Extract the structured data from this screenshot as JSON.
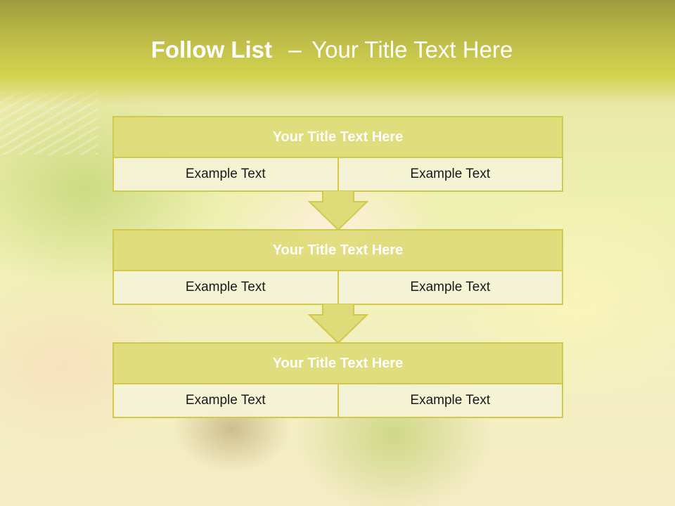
{
  "slide": {
    "title_bold": "Follow List",
    "title_dash": "–",
    "title_rest": "Your Title Text Here"
  },
  "blocks": [
    {
      "title": "Your Title Text Here",
      "left": "Example Text",
      "right": "Example Text"
    },
    {
      "title": "Your Title Text Here",
      "left": "Example Text",
      "right": "Example Text"
    },
    {
      "title": "Your Title Text Here",
      "left": "Example Text",
      "right": "Example Text"
    }
  ],
  "colors": {
    "header": "#bdbb48",
    "box_border": "#cfc94e",
    "box_header": "#dedb78",
    "box_body": "#f4f2d6",
    "arrow": "#dedb78"
  }
}
